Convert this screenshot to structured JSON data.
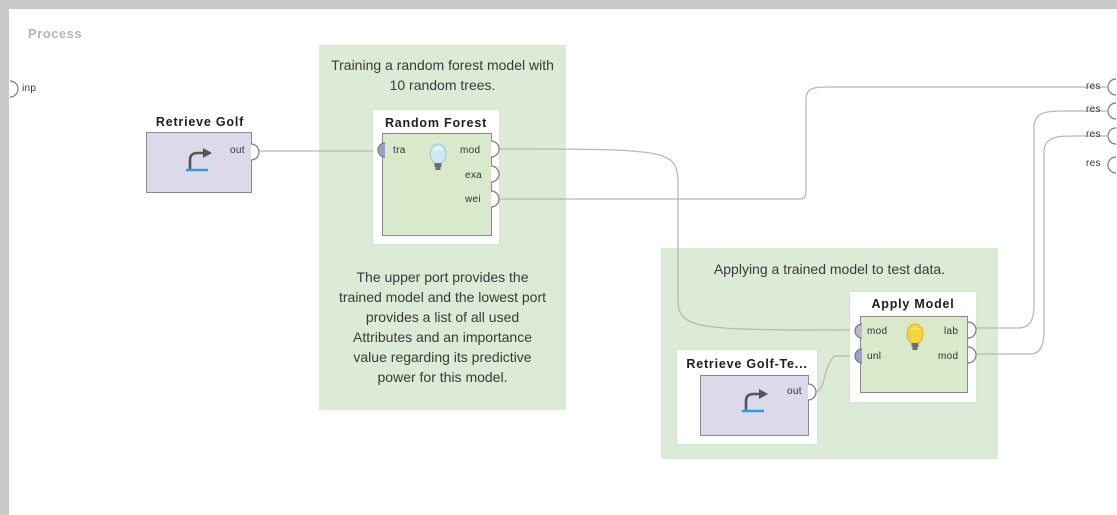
{
  "process": {
    "title": "Process"
  },
  "inputs": [
    {
      "label": "inp"
    }
  ],
  "results": [
    {
      "label": "res"
    },
    {
      "label": "res"
    },
    {
      "label": "res"
    },
    {
      "label": "res"
    }
  ],
  "notes": {
    "training": "Training a random forest model with 10 random trees.",
    "upper_port": "The upper port provides the trained model and the lowest port provides a list of all used Attributes and an importance value regarding its predictive power for this model.",
    "applying": "Applying a trained model to test data."
  },
  "operators": {
    "retrieve_golf": {
      "title": "Retrieve Golf",
      "ports_out": [
        "out"
      ],
      "icon": "retrieve-arrow-icon"
    },
    "random_forest": {
      "title": "Random Forest",
      "ports_in": [
        "tra"
      ],
      "ports_out": [
        "mod",
        "exa",
        "wei"
      ],
      "icon": "lightbulb-icon"
    },
    "apply_model": {
      "title": "Apply Model",
      "ports_in": [
        "mod",
        "unl"
      ],
      "ports_out": [
        "lab",
        "mod"
      ],
      "icon": "lightbulb-icon"
    },
    "retrieve_golf_test": {
      "title": "Retrieve Golf-Te...",
      "ports_out": [
        "out"
      ],
      "icon": "retrieve-arrow-icon"
    }
  },
  "colors": {
    "note_background": "#dcebd5",
    "retrieve_body": "#dcd9ea",
    "learner_body": "#d8e9cc",
    "wire": "#b8b8b8",
    "border": "#c9c9c9",
    "model_port": "#9aa0cc",
    "example_port": "#b9b9c7",
    "bulb_light": "#cfe6f3",
    "bulb_active": "#f5d33b"
  }
}
